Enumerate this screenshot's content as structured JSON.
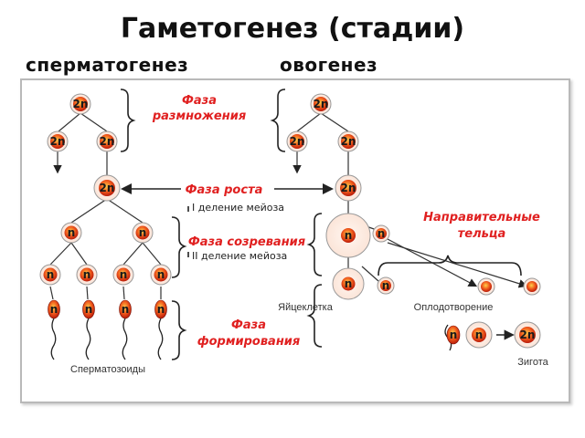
{
  "title": "Гаметогенез (стадии)",
  "spermatogenesis_label": "сперматогенез",
  "oogenesis_label": "овогенез",
  "phases": {
    "reproduction": [
      "Фаза",
      "размножения"
    ],
    "growth": "Фаза роста",
    "maturation": "Фаза созревания",
    "formation": [
      "Фаза",
      "формирования"
    ],
    "polar_bodies": [
      "Направительные",
      "тельца"
    ]
  },
  "meiosis": {
    "first": "I деление мейоза",
    "second": "II деление мейоза"
  },
  "captions": {
    "spermatozoa": "Сперматозоиды",
    "egg": "Яйцеклетка",
    "fertilization": "Оплодотворение",
    "zygote": "Зигота"
  },
  "ploidy": {
    "diploid": "2n",
    "haploid": "n"
  },
  "colors": {
    "accent": "#e02020",
    "nucleus": "#d42a10",
    "ink": "#111111"
  }
}
